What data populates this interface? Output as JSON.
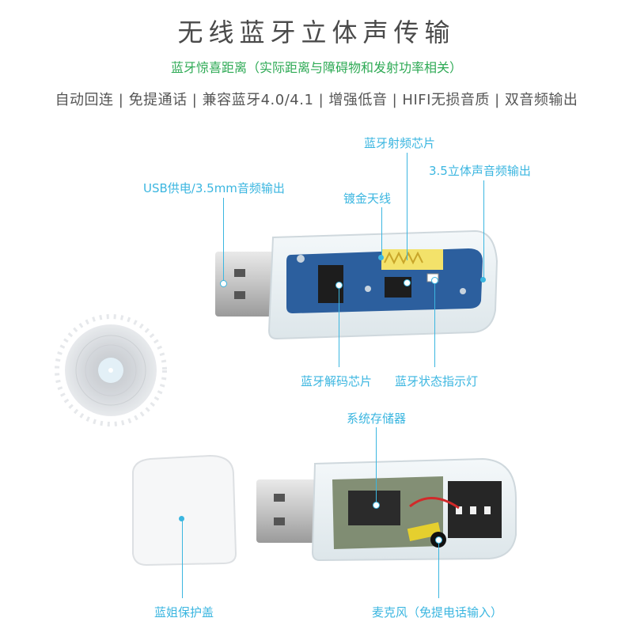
{
  "header": {
    "title": "无线蓝牙立体声传输",
    "subtitle": "蓝牙惊喜距离（实际距离与障碍物和发射功率相关）",
    "features": "自动回连 | 免提通话 | 兼容蓝牙4.0/4.1 | 增强低音 | HIFI无损音质 | 双音频输出"
  },
  "callouts": {
    "rf_chip": "蓝牙射频芯片",
    "stereo_out": "3.5立体声音频输出",
    "usb_power": "USB供电/3.5mm音频输出",
    "gold_antenna": "镀金天线",
    "decoder_chip": "蓝牙解码芯片",
    "status_led": "蓝牙状态指示灯",
    "memory": "系统存储器",
    "cap": "蓝姐保护盖",
    "mic": "麦克风（免提电话输入）"
  },
  "colors": {
    "accent": "#3bb6e0",
    "subtitle_green": "#2eaa55",
    "pcb_blue": "#2c5f9e"
  }
}
